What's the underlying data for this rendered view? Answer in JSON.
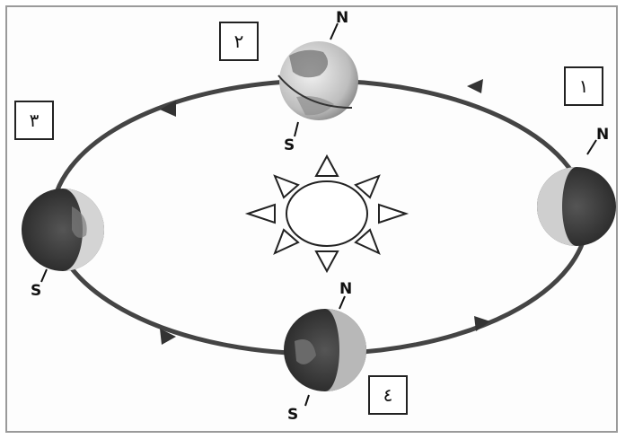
{
  "positions": [
    {
      "label": "١",
      "north": "N",
      "south": ""
    },
    {
      "label": "٢",
      "north": "N",
      "south": "S"
    },
    {
      "label": "٣",
      "north": "",
      "south": "S"
    },
    {
      "label": "٤",
      "north": "N",
      "south": "S"
    }
  ],
  "colors": {
    "orbit": "#444444",
    "earth_dark": "#2f2f2f",
    "earth_light": "#d8d8d8",
    "frame": "#9a9a9a"
  },
  "icons": [
    "sun-icon",
    "earth-icon",
    "orbit-arrow-icon"
  ]
}
